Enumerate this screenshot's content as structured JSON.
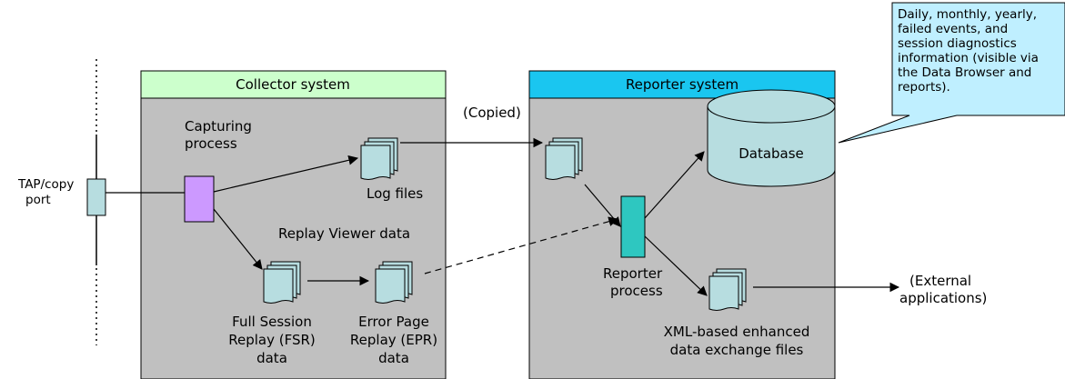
{
  "tap": {
    "label_line1": "TAP/copy",
    "label_line2": "port"
  },
  "collector": {
    "title": "Collector system",
    "capturing_line1": "Capturing",
    "capturing_line2": "process",
    "log_files": "Log files",
    "replay_viewer": "Replay Viewer data",
    "fsr_line1": "Full Session",
    "fsr_line2": "Replay (FSR)",
    "fsr_line3": "data",
    "epr_line1": "Error Page",
    "epr_line2": "Replay (EPR)",
    "epr_line3": "data"
  },
  "copied": "(Copied)",
  "reporter": {
    "title": "Reporter system",
    "database": "Database",
    "process_line1": "Reporter",
    "process_line2": "process",
    "xml_line1": "XML-based enhanced",
    "xml_line2": "data exchange files"
  },
  "external": {
    "line1": "(External",
    "line2": "applications)"
  },
  "callout": {
    "line1": "Daily, monthly, yearly,",
    "line2": "failed events, and",
    "line3": "session diagnostics",
    "line4": "information (visible via",
    "line5": "the Data Browser and",
    "line6": "reports)."
  },
  "colors": {
    "system_box": "#c0c0c0",
    "collector_header": "#ccffcc",
    "reporter_header": "#1ac6f0",
    "doc_fill": "#b7dde0",
    "capture_fill": "#cc99ff",
    "reporter_proc_fill": "#2ec7c0",
    "callout_fill": "#bfefff"
  }
}
